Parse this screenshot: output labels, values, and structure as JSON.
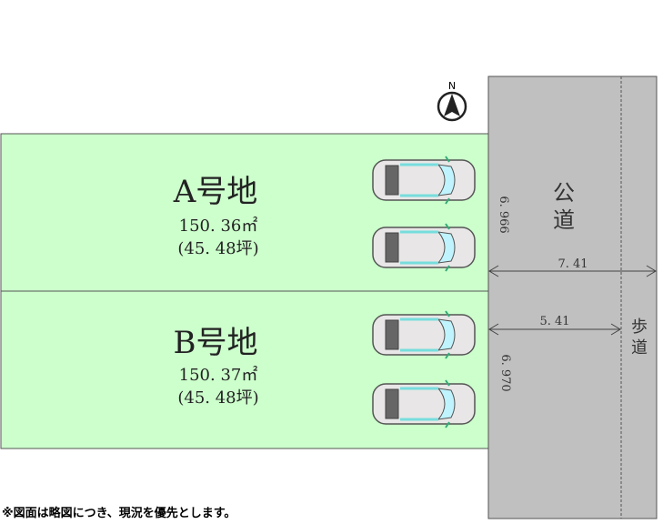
{
  "compass": {
    "label": "N"
  },
  "lots": [
    {
      "name": "A号地",
      "area_sqm": "150. 36㎡",
      "area_tsubo": "(45. 48坪)",
      "frontage": "6. 966"
    },
    {
      "name": "B号地",
      "area_sqm": "150. 37㎡",
      "area_tsubo": "(45. 48坪)",
      "frontage": "6. 970"
    }
  ],
  "road": {
    "label_line1": "公",
    "label_line2": "道",
    "total_width": "7. 41",
    "carriageway_width": "5. 41"
  },
  "sidewalk": {
    "label_line1": "歩",
    "label_line2": "道"
  },
  "note": "※図面は略図につき、現況を優先とします。",
  "colors": {
    "lot": "#ccffcc",
    "road": "#c0c0c0",
    "car_glass": "#bff4ff"
  }
}
